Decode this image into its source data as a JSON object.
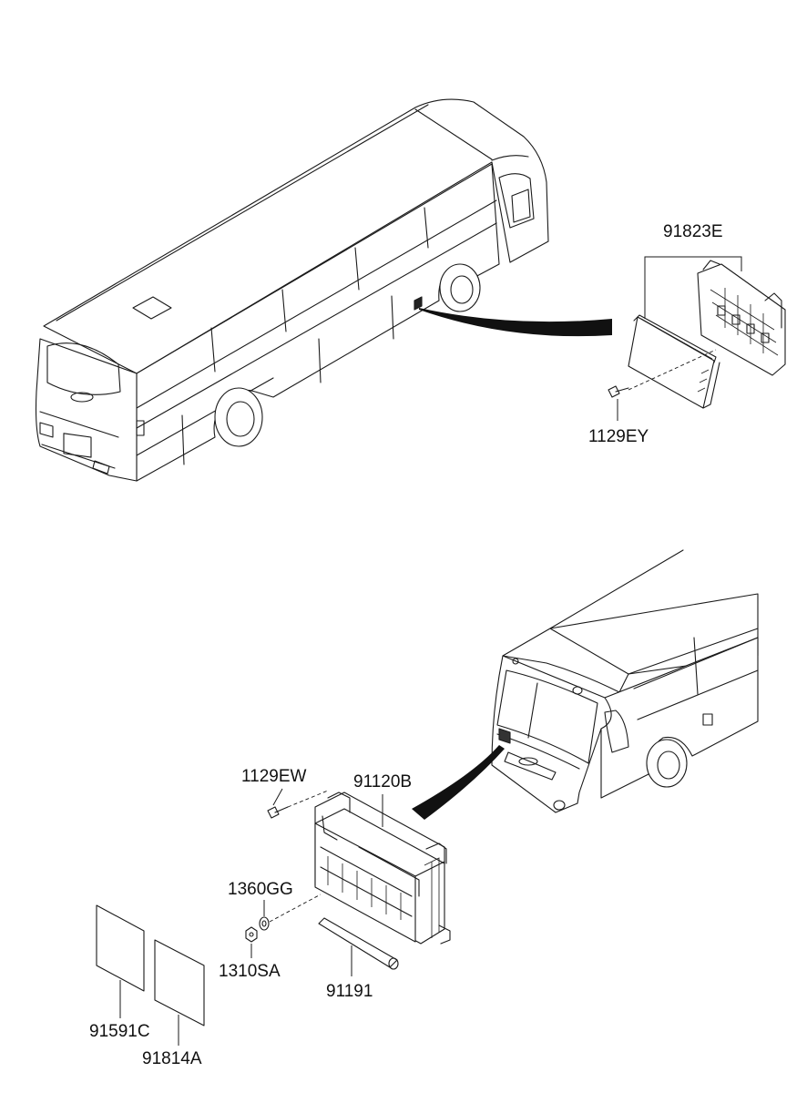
{
  "labels": {
    "p91823E": "91823E",
    "p1129EY": "1129EY",
    "p1129EW": "1129EW",
    "p91120B": "91120B",
    "p1360GG": "1360GG",
    "p1310SA": "1310SA",
    "p91191": "91191",
    "p91591C": "91591C",
    "p91814A": "91814A"
  }
}
